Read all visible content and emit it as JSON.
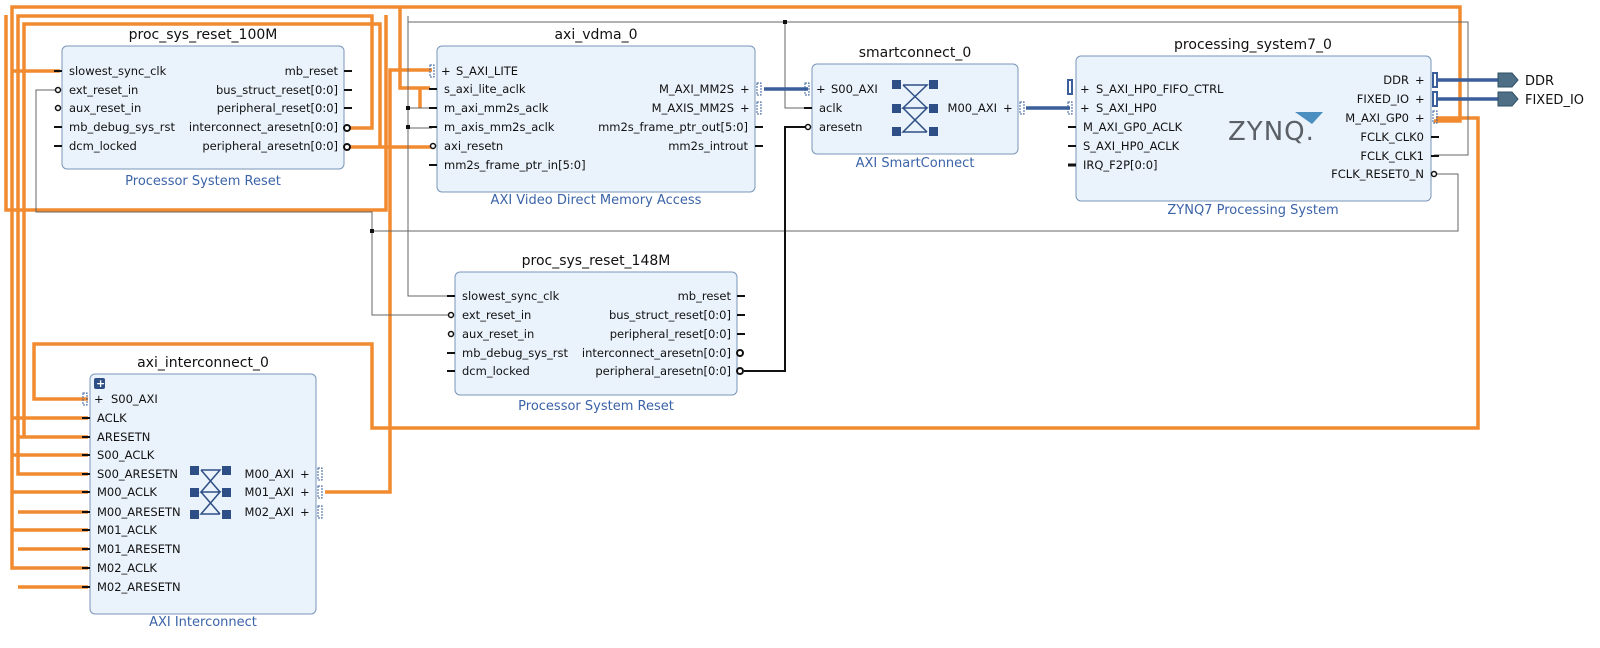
{
  "blocks": {
    "rst100": {
      "title": "proc_sys_reset_100M",
      "subtitle": "Processor System Reset",
      "left_pins": [
        "slowest_sync_clk",
        "ext_reset_in",
        "aux_reset_in",
        "mb_debug_sys_rst",
        "dcm_locked"
      ],
      "right_pins": [
        "mb_reset",
        "bus_struct_reset[0:0]",
        "peripheral_reset[0:0]",
        "interconnect_aresetn[0:0]",
        "peripheral_aresetn[0:0]"
      ]
    },
    "vdma": {
      "title": "axi_vdma_0",
      "subtitle": "AXI Video Direct Memory Access",
      "left_pins": [
        "S_AXI_LITE",
        "s_axi_lite_aclk",
        "m_axi_mm2s_aclk",
        "m_axis_mm2s_aclk",
        "axi_resetn",
        "mm2s_frame_ptr_in[5:0]"
      ],
      "right_pins": [
        "M_AXI_MM2S",
        "M_AXIS_MM2S",
        "mm2s_frame_ptr_out[5:0]",
        "mm2s_introut"
      ]
    },
    "smartconnect": {
      "title": "smartconnect_0",
      "subtitle": "AXI SmartConnect",
      "left_pins": [
        "S00_AXI",
        "aclk",
        "aresetn"
      ],
      "right_pins": [
        "M00_AXI"
      ]
    },
    "ps7": {
      "title": "processing_system7_0",
      "subtitle": "ZYNQ7 Processing System",
      "logo": "ZYNQ.",
      "left_pins": [
        "S_AXI_HP0_FIFO_CTRL",
        "S_AXI_HP0",
        "M_AXI_GP0_ACLK",
        "S_AXI_HP0_ACLK",
        "IRQ_F2P[0:0]"
      ],
      "right_pins": [
        "DDR",
        "FIXED_IO",
        "M_AXI_GP0",
        "FCLK_CLK0",
        "FCLK_CLK1",
        "FCLK_RESET0_N"
      ]
    },
    "rst148": {
      "title": "proc_sys_reset_148M",
      "subtitle": "Processor System Reset",
      "left_pins": [
        "slowest_sync_clk",
        "ext_reset_in",
        "aux_reset_in",
        "mb_debug_sys_rst",
        "dcm_locked"
      ],
      "right_pins": [
        "mb_reset",
        "bus_struct_reset[0:0]",
        "peripheral_reset[0:0]",
        "interconnect_aresetn[0:0]",
        "peripheral_aresetn[0:0]"
      ]
    },
    "interconnect": {
      "title": "axi_interconnect_0",
      "subtitle": "AXI Interconnect",
      "left_pins": [
        "S00_AXI",
        "ACLK",
        "ARESETN",
        "S00_ACLK",
        "S00_ARESETN",
        "M00_ACLK",
        "M00_ARESETN",
        "M01_ACLK",
        "M01_ARESETN",
        "M02_ACLK",
        "M02_ARESETN"
      ],
      "right_pins": [
        "M00_AXI",
        "M01_AXI",
        "M02_AXI"
      ]
    }
  },
  "external_ports": [
    "DDR",
    "FIXED_IO"
  ],
  "colors": {
    "clock_reset_net": "#f28a30",
    "bus_net": "#3a5f9a",
    "block_fill": "#eaf2fb",
    "block_border": "#7a96b8",
    "subtitle": "#3b63a8"
  }
}
